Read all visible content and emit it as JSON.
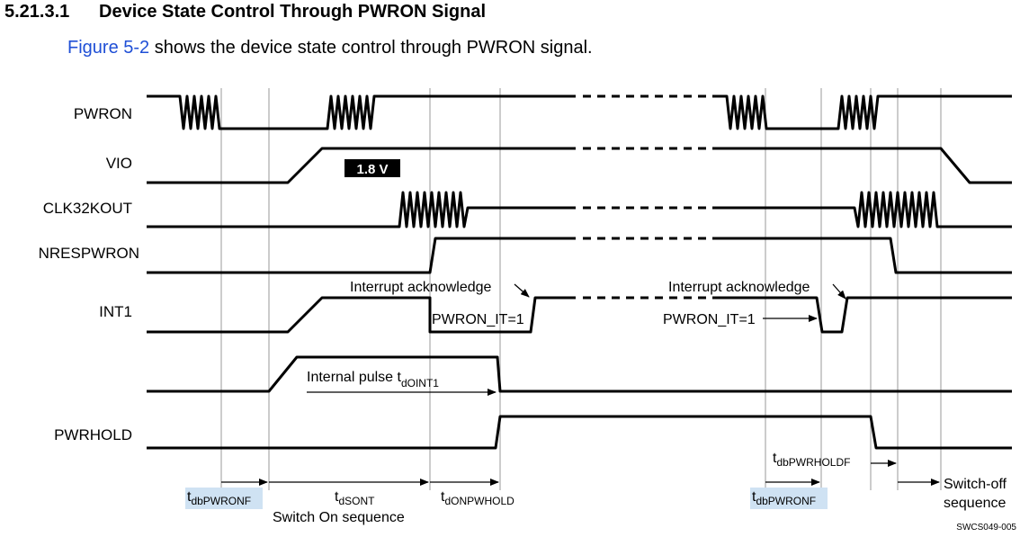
{
  "heading": {
    "number": "5.21.3.1",
    "title": "Device State Control Through PWRON Signal"
  },
  "intro": {
    "link_text": "Figure 5-2",
    "rest_text": " shows the device state control through PWRON signal."
  },
  "signals": {
    "pwron": "PWRON",
    "vio": "VIO",
    "clk32kout": "CLK32KOUT",
    "nrespwron": "NRESPWRON",
    "int1": "INT1",
    "pwrhold": "PWRHOLD"
  },
  "annotations": {
    "vio_level": "1.8 V",
    "interrupt_ack_1": "Interrupt acknowledge",
    "interrupt_ack_2": "Interrupt acknowledge",
    "pwron_it_1": "PWRON_IT=1",
    "pwron_it_2": "PWRON_IT=1",
    "internal_pulse": "Internal pulse t",
    "internal_pulse_sub": "dOINT1"
  },
  "timing_labels": {
    "t_db_pwronf_1": {
      "t": "t",
      "sub": "dbPWRONF"
    },
    "t_dsont": {
      "t": "t",
      "sub": "dSONT"
    },
    "t_donpwhold": {
      "t": "t",
      "sub": "dONPWHOLD"
    },
    "t_db_pwronf_2": {
      "t": "t",
      "sub": "dbPWRONF"
    },
    "t_db_pwrholdf": {
      "t": "t",
      "sub": "dbPWRHOLDF"
    },
    "switch_on": "Switch On sequence",
    "switch_off_1": "Switch-off",
    "switch_off_2": "sequence"
  },
  "figure_code": "SWCS049-005",
  "colors": {
    "link": "#1f4fd6",
    "highlight": "#cfe2f3",
    "badge": "#000000"
  }
}
